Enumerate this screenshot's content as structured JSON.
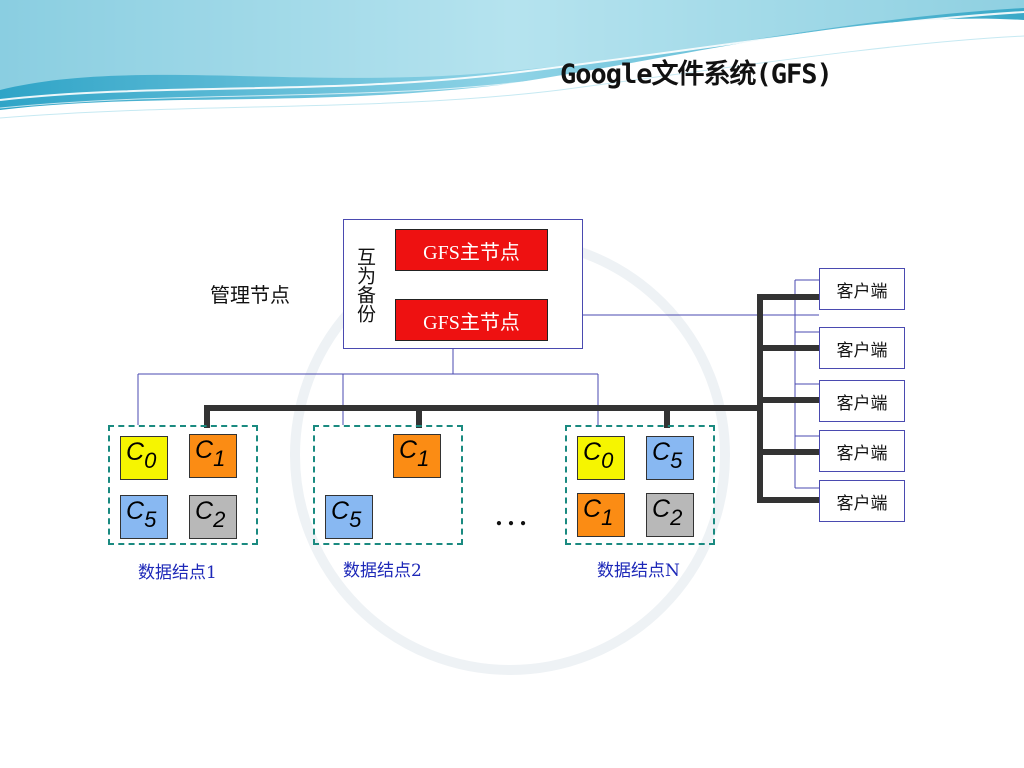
{
  "title": "Google文件系统(GFS)",
  "management": {
    "label": "管理节点",
    "backup_label": "互为备份",
    "masters": [
      "GFS主节点",
      "GFS主节点"
    ]
  },
  "clients": [
    "客户端",
    "客户端",
    "客户端",
    "客户端",
    "客户端"
  ],
  "data_nodes": [
    {
      "label": "数据结点1",
      "chunks": [
        {
          "name": "C",
          "sub": "0",
          "color": "#f6f500"
        },
        {
          "name": "C",
          "sub": "1",
          "color": "#fb8c14"
        },
        {
          "name": "C",
          "sub": "5",
          "color": "#88b8f2"
        },
        {
          "name": "C",
          "sub": "2",
          "color": "#b8b8b8"
        }
      ]
    },
    {
      "label": "数据结点2",
      "chunks": [
        {
          "name": "C",
          "sub": "1",
          "color": "#fb8c14"
        },
        {
          "name": "C",
          "sub": "5",
          "color": "#88b8f2"
        }
      ]
    },
    {
      "label": "数据结点N",
      "chunks": [
        {
          "name": "C",
          "sub": "0",
          "color": "#f6f500"
        },
        {
          "name": "C",
          "sub": "5",
          "color": "#88b8f2"
        },
        {
          "name": "C",
          "sub": "1",
          "color": "#fb8c14"
        },
        {
          "name": "C",
          "sub": "2",
          "color": "#b8b8b8"
        }
      ]
    }
  ],
  "ellipsis": "…",
  "colors": {
    "master_red": "#ee1111",
    "node_border_teal": "#1a8a80",
    "node_label_blue": "#1d28b8",
    "thin_line": "#4a4ab0",
    "bus_line": "#333333"
  }
}
